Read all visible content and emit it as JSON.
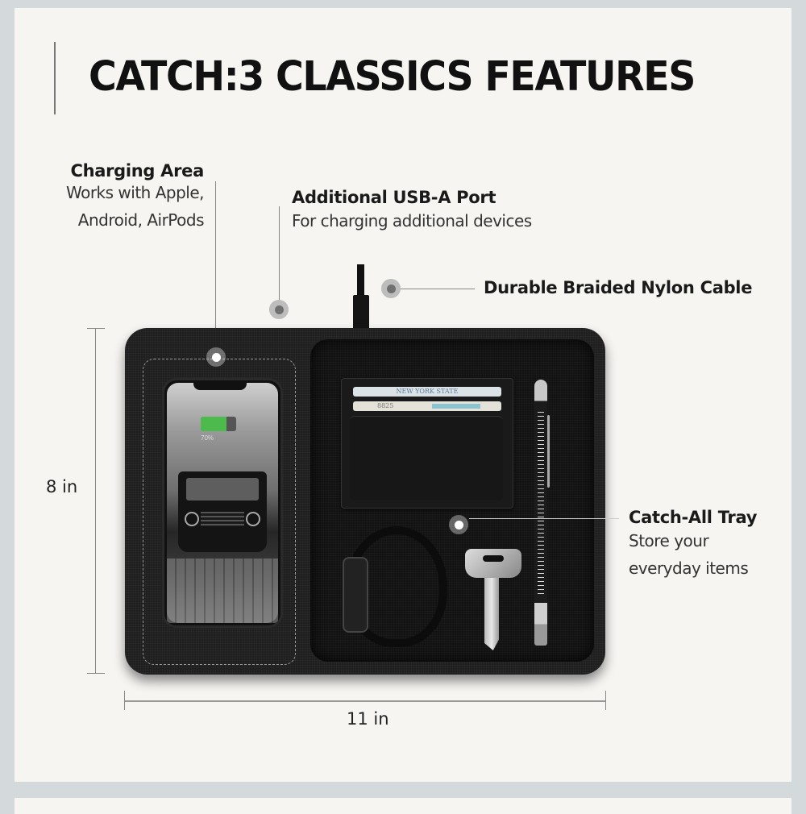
{
  "header": {
    "title": "CATCH:3 CLASSICS FEATURES"
  },
  "callouts": {
    "charging_area": {
      "heading": "Charging Area",
      "lines": [
        "Works with Apple,",
        "Android, AirPods"
      ]
    },
    "usb_port": {
      "heading": "Additional USB-A Port",
      "lines": [
        "For charging additional devices"
      ]
    },
    "cable": {
      "heading": "Durable Braided Nylon Cable"
    },
    "tray": {
      "heading": "Catch-All Tray",
      "lines": [
        "Store your",
        "everyday items"
      ]
    }
  },
  "dimensions": {
    "height_label": "8 in",
    "width_label": "11 in"
  },
  "product": {
    "phone_battery_percent": "70%",
    "battery_fill_percent": 72,
    "battery_color": "#4cba4c",
    "card_text": "NEW YORK STATE",
    "card2_text": "8825"
  },
  "colors": {
    "background": "#d4dadb",
    "panel": "#f6f5f2",
    "tray": "#1c1c1c",
    "text": "#111111"
  }
}
